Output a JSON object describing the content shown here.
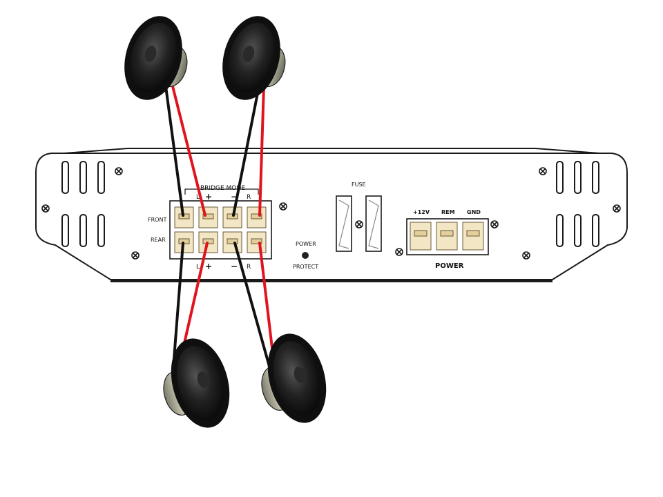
{
  "amp": {
    "bridge_mode_label": "BRIDGE MODE",
    "front_label": "FRONT",
    "rear_label": "REAR",
    "top_l_label": "L",
    "top_plus_label": "+",
    "top_minus_label": "−",
    "top_r_label": "R",
    "bottom_l_label": "L",
    "bottom_plus_label": "+",
    "bottom_minus_label": "−",
    "bottom_r_label": "R",
    "power_led_label": "POWER",
    "protect_led_label": "PROTECT",
    "fuse_label": "FUSE",
    "plus12v_label": "+12V",
    "rem_label": "REM",
    "gnd_label": "GND",
    "power_section_label": "POWER"
  },
  "colors": {
    "positive_wire": "#e0141e",
    "negative_wire": "#111111",
    "terminal": "#f3e6c4",
    "speaker_cone": "#1c1c1c",
    "outline": "#1a1a1a"
  },
  "speakers": [
    "front-left",
    "front-right",
    "rear-left",
    "rear-right"
  ]
}
